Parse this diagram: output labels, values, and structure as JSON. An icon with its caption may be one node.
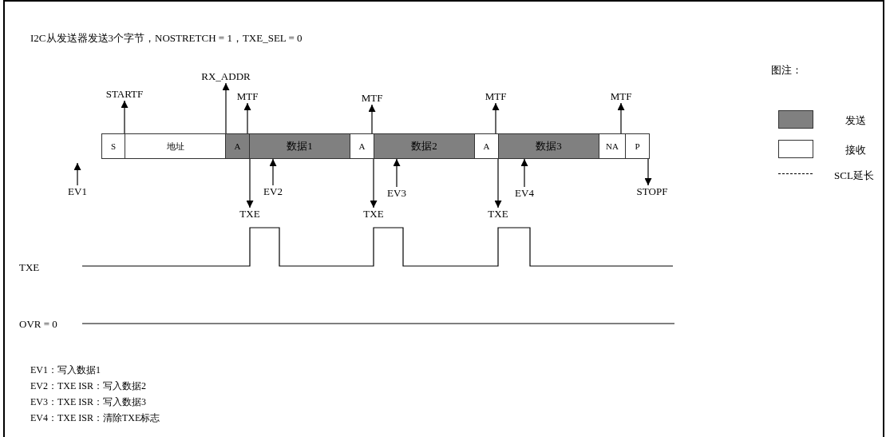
{
  "diagram": {
    "title": "I2C从发送器发送3个字节，NOSTRETCH = 1，TXE_SEL = 0",
    "nodes": [
      {
        "text": [
          "RX_ADDR"
        ]
      },
      {
        "text": [
          "STARTF"
        ]
      },
      {
        "text": [
          "MTF"
        ]
      },
      {
        "text": [
          "MTF"
        ]
      },
      {
        "text": [
          "MTF"
        ]
      },
      {
        "text": [
          "MTF"
        ]
      },
      {
        "text": [
          "S"
        ]
      },
      {
        "text": [
          "地址"
        ]
      },
      {
        "text": [
          "A"
        ]
      },
      {
        "text": [
          "数据1"
        ]
      },
      {
        "text": [
          "A"
        ]
      },
      {
        "text": [
          "数据2"
        ]
      },
      {
        "text": [
          "A"
        ]
      },
      {
        "text": [
          "数据3"
        ]
      },
      {
        "text": [
          "NA"
        ]
      },
      {
        "text": [
          "P"
        ]
      },
      {
        "text": [
          "EV1"
        ]
      },
      {
        "text": [
          "EV2"
        ]
      },
      {
        "text": [
          "EV3"
        ]
      },
      {
        "text": [
          "EV4"
        ]
      },
      {
        "text": [
          "TXE"
        ]
      },
      {
        "text": [
          "TXE"
        ]
      },
      {
        "text": [
          "TXE"
        ]
      },
      {
        "text": [
          "STOPF"
        ]
      }
    ],
    "edges": [
      {
        "from": 7,
        "to": 1,
        "arrow": "to"
      },
      {
        "from": 8,
        "to": 0,
        "arrow": "to"
      },
      {
        "from": 9,
        "to": 2,
        "arrow": "to"
      },
      {
        "from": 11,
        "to": 3,
        "arrow": "to"
      },
      {
        "from": 13,
        "to": 4,
        "arrow": "to"
      },
      {
        "from": 14,
        "to": 5,
        "arrow": "to"
      },
      {
        "from": 16,
        "to": null,
        "arrow": "to"
      },
      {
        "from": 17,
        "to": 9,
        "arrow": "to"
      },
      {
        "from": 18,
        "to": 11,
        "arrow": "to"
      },
      {
        "from": 19,
        "to": 13,
        "arrow": "to"
      },
      {
        "from": 9,
        "to": 20,
        "arrow": "to"
      },
      {
        "from": 11,
        "to": 21,
        "arrow": "to"
      },
      {
        "from": 13,
        "to": 22,
        "arrow": "to"
      },
      {
        "from": 15,
        "to": 23,
        "arrow": "to"
      }
    ],
    "labels": [
      "图注：",
      "TXE",
      "OVR = 0",
      "EV1：写入数据1",
      "EV2：TXE ISR：写入数据2",
      "EV3：TXE ISR：写入数据3",
      "EV4：TXE ISR：清除TXE标志"
    ],
    "legend": [
      {
        "text": "发送",
        "color": "#808080"
      },
      {
        "text": "接收",
        "color": "#ffffff"
      },
      {
        "text": "SCL延长"
      }
    ]
  }
}
